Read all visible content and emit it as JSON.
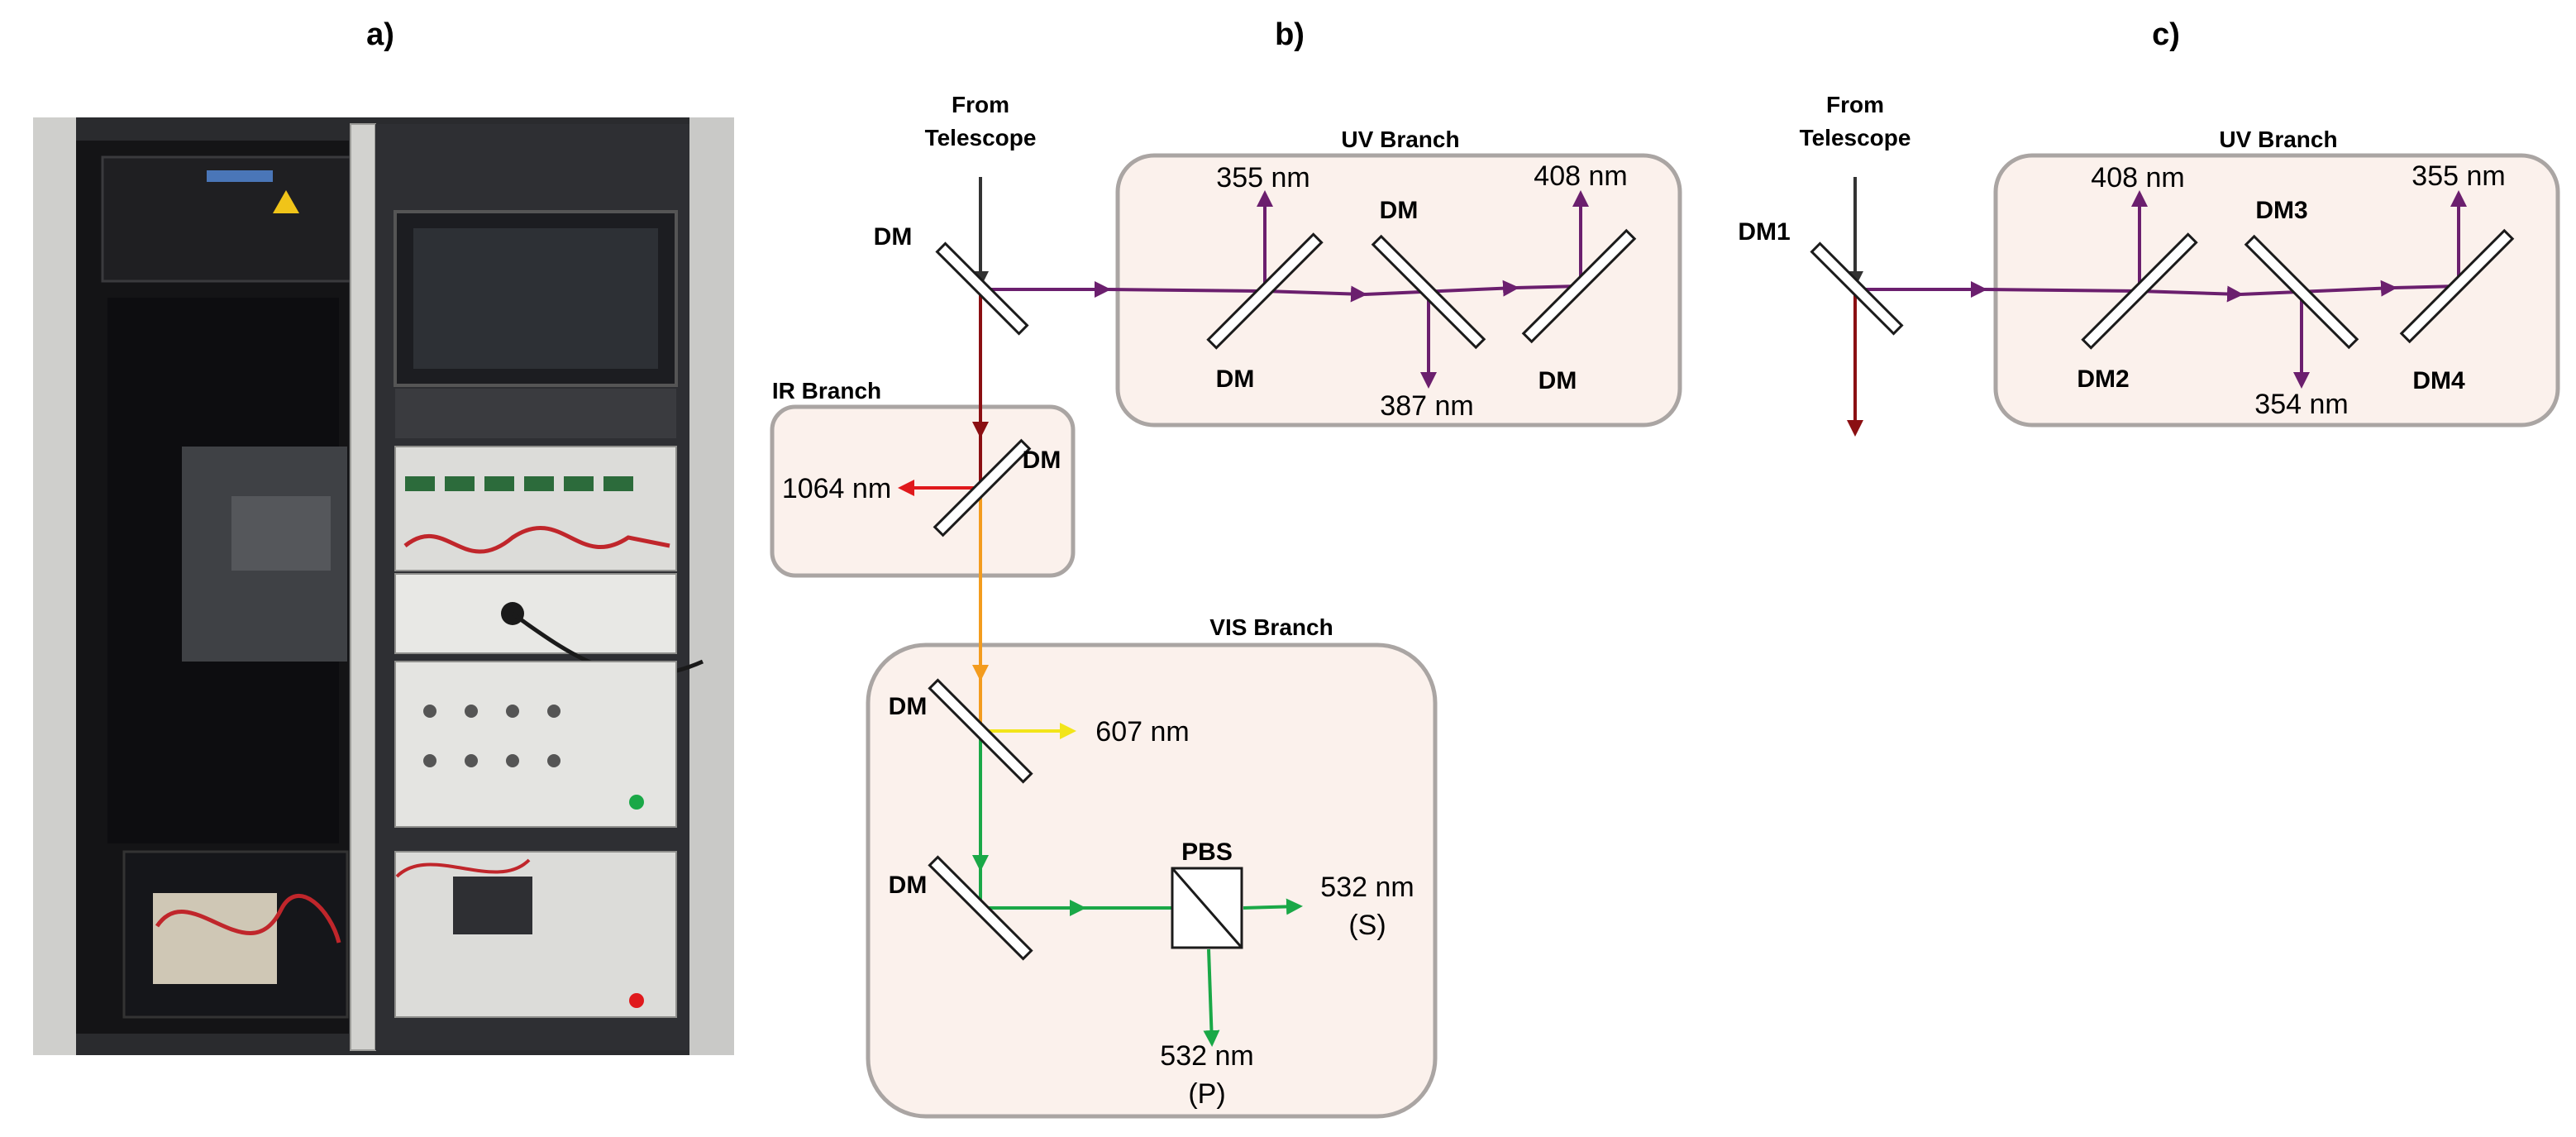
{
  "panels": {
    "a": "a)",
    "b": "b)",
    "c": "c)"
  },
  "photo": {
    "icon": "lidar-rack-photo",
    "colors": {
      "rack_frame": "#c9c9c7",
      "rack_dark": "#1c1c1e",
      "cable": "#c0262b",
      "panel_grey": "#dcdcd9"
    }
  },
  "diagram_b": {
    "from_telescope": [
      "From",
      "Telescope"
    ],
    "entry_mirror": "DM",
    "uv_branch": {
      "title": "UV Branch",
      "mirrors": [
        "DM",
        "DM",
        "DM"
      ],
      "outputs": [
        "355 nm",
        "387 nm",
        "408 nm"
      ]
    },
    "ir_branch": {
      "title": "IR Branch",
      "mirror": "DM",
      "output": "1064 nm"
    },
    "vis_branch": {
      "title": "VIS Branch",
      "mirrors": [
        "DM",
        "DM"
      ],
      "splitter": "PBS",
      "outputs": [
        "607 nm",
        "532 nm",
        "(S)",
        "532 nm",
        "(P)"
      ]
    }
  },
  "diagram_c": {
    "from_telescope": [
      "From",
      "Telescope"
    ],
    "entry_mirror": "DM1",
    "uv_branch": {
      "title": "UV Branch",
      "mirrors": [
        "DM2",
        "DM3",
        "DM4"
      ],
      "outputs": [
        "408 nm",
        "354 nm",
        "355 nm"
      ]
    }
  },
  "beam_colors": {
    "telescope": "#333333",
    "uv": "#6b1f6e",
    "ir_path": "#8b0f12",
    "ir_out": "#e0191c",
    "vis_mix": "#f39c1e",
    "yellow": "#f2e51a",
    "green": "#1aa847"
  }
}
